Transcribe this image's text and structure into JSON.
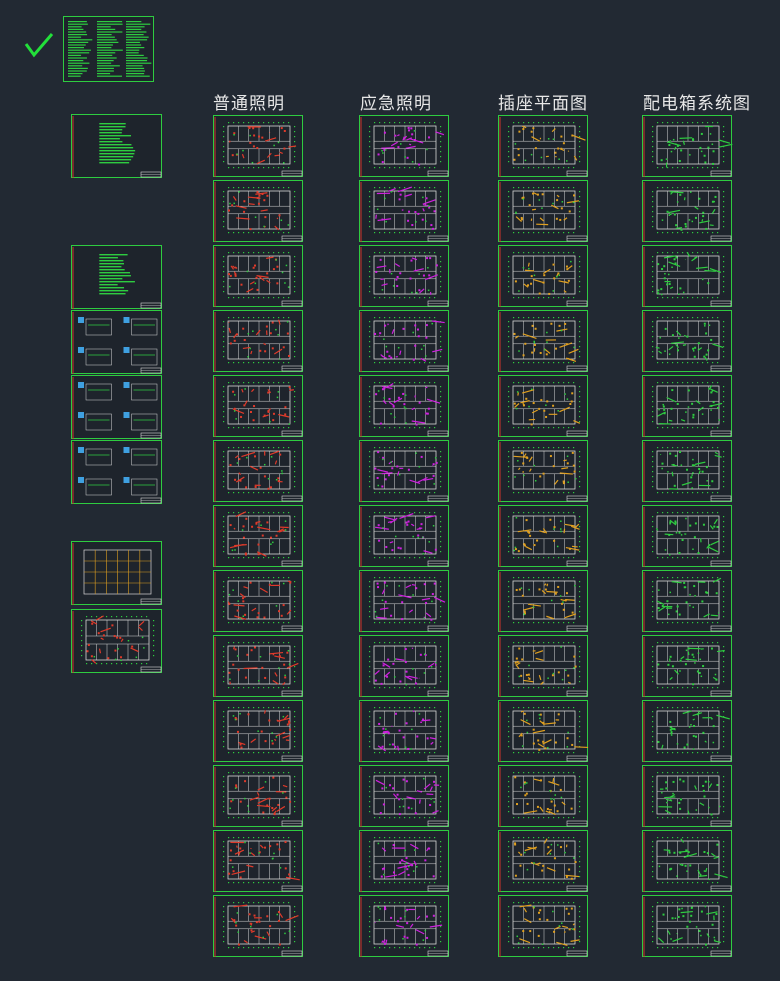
{
  "columns": [
    {
      "key": "lighting",
      "title": "普通照明",
      "sheets": 13
    },
    {
      "key": "emergency",
      "title": "应急照明",
      "sheets": 13
    },
    {
      "key": "socket",
      "title": "插座平面图",
      "sheets": 13
    },
    {
      "key": "distribution",
      "title": "配电箱系统图",
      "sheets": 13
    }
  ],
  "left_sheets": [
    "index-table",
    "legend-table",
    "detail-table",
    "detail-1",
    "detail-2",
    "detail-3",
    "grid-plan",
    "red-plan"
  ],
  "colors": {
    "background": "#222933",
    "frame": "#2ecc40",
    "border_red": "#d0342c",
    "wall": "#d8d8d8",
    "lighting_red": "#e03a2a",
    "emergency_magenta": "#d020e0",
    "socket_orange": "#e0a020",
    "check": "#22e03a",
    "text_header": "#e8e8e8"
  },
  "icons": {
    "check": "check-icon"
  }
}
